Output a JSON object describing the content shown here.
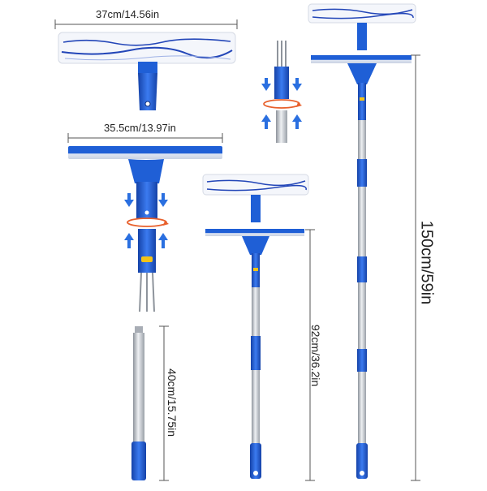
{
  "dimensions": {
    "mop_head_width": "37cm/14.56in",
    "squeegee_width": "35.5cm/13.97in",
    "pole_segment_length": "40cm/15.75in",
    "medium_length": "92cm/36.2in",
    "full_length": "150cm/59in"
  },
  "colors": {
    "accent_blue": "#1f5fd6",
    "dark_blue": "#1542a8",
    "steel": "#b9bdc4",
    "fleece": "#f4f6fb",
    "fleece_stripe": "#2346b8",
    "arrow_blue": "#2a6fe0",
    "rotate_orange": "#e8602c",
    "yellow_button": "#f2c318"
  },
  "icons": [
    "arrow-down-icon",
    "arrow-up-icon",
    "rotate-icon"
  ]
}
